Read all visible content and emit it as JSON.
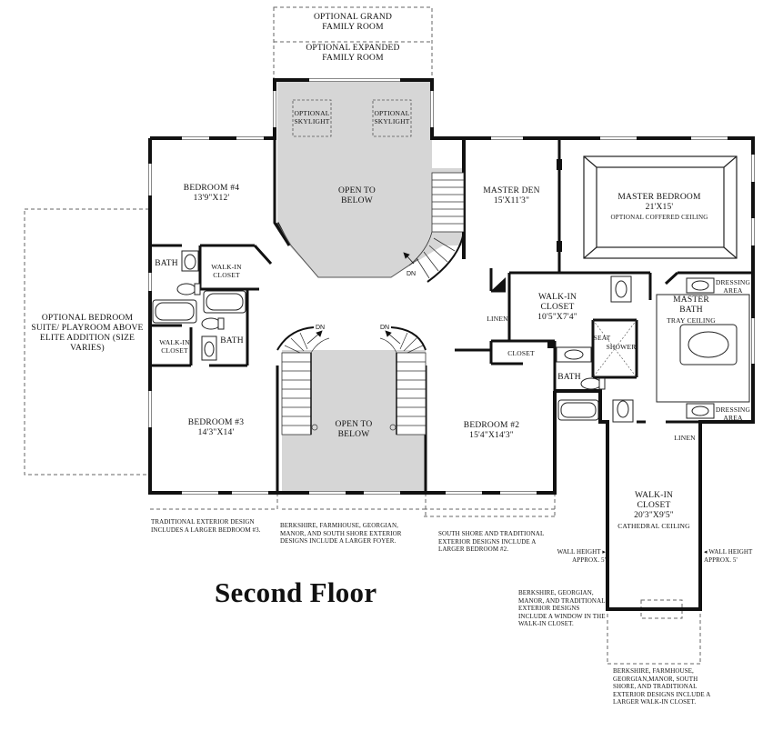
{
  "title": "Second Floor",
  "options": {
    "grand_family_room": "OPTIONAL GRAND FAMILY ROOM",
    "expanded_family_room": "OPTIONAL EXPANDED FAMILY ROOM",
    "skylight_left": "OPTIONAL SKYLIGHT",
    "skylight_right": "OPTIONAL SKYLIGHT",
    "bedroom_suite": "OPTIONAL BEDROOM SUITE/ PLAYROOM ABOVE ELITE ADDITION (SIZE VARIES)"
  },
  "rooms": {
    "bedroom4": {
      "name": "BEDROOM #4",
      "size": "13'9\"X12'"
    },
    "open_upper": {
      "name": "OPEN TO BELOW"
    },
    "master_den": {
      "name": "MASTER DEN",
      "size": "15'X11'3\""
    },
    "master_bedroom": {
      "name": "MASTER BEDROOM",
      "size": "21'X15'",
      "note": "OPTIONAL COFFERED CEILING"
    },
    "bath_upper": {
      "name": "BATH"
    },
    "walkin_closet_a": {
      "name": "WALK-IN CLOSET"
    },
    "walkin_closet_b": {
      "name": "WALK-IN CLOSET"
    },
    "bath_left": {
      "name": "BATH"
    },
    "walkin_closet_master": {
      "name": "WALK-IN CLOSET",
      "size": "10'5\"X7'4\""
    },
    "linen_mid": {
      "name": "LINEN"
    },
    "closet": {
      "name": "CLOSET"
    },
    "master_bath": {
      "name": "MASTER BATH",
      "note": "TRAY CEILING"
    },
    "dressing_top": {
      "name": "DRESSING AREA"
    },
    "dressing_bottom": {
      "name": "DRESSING AREA"
    },
    "seat": {
      "name": "SEAT"
    },
    "shower": {
      "name": "SHOWER"
    },
    "bath_right": {
      "name": "BATH"
    },
    "bedroom3": {
      "name": "BEDROOM #3",
      "size": "14'3\"X14'"
    },
    "open_lower": {
      "name": "OPEN TO BELOW"
    },
    "bedroom2": {
      "name": "BEDROOM #2",
      "size": "15'4\"X14'3\""
    },
    "linen_right": {
      "name": "LINEN"
    },
    "walkin_closet_large": {
      "name": "WALK-IN CLOSET",
      "size": "20'3\"X9'5\"",
      "note": "CATHEDRAL CEILING"
    }
  },
  "stairs": {
    "dn_upper": "DN",
    "dn_left": "DN",
    "dn_right": "DN"
  },
  "wall_height": {
    "left": "WALL HEIGHT ▸ APPROX. 5'",
    "right": "◂ WALL HEIGHT APPROX. 5'"
  },
  "notes": {
    "traditional": "TRADITIONAL EXTERIOR DESIGN INCLUDES A LARGER BEDROOM #3.",
    "foyer": "BERKSHIRE, FARMHOUSE, GEORGIAN, MANOR, AND SOUTH SHORE EXTERIOR DESIGNS INCLUDE A LARGER FOYER.",
    "bedroom2": "SOUTH SHORE AND TRADITIONAL EXTERIOR DESIGNS INCLUDE A LARGER BEDROOM #2.",
    "window": "BERKSHIRE, GEORGIAN, MANOR, AND TRADITIONAL EXTERIOR DESIGNS INCLUDE A WINDOW IN THE WALK-IN CLOSET.",
    "walkin": "BERKSHIRE, FARMHOUSE, GEORGIAN,MANOR, SOUTH SHORE, AND TRADITIONAL EXTERIOR DESIGNS INCLUDE A LARGER WALK-IN CLOSET."
  }
}
